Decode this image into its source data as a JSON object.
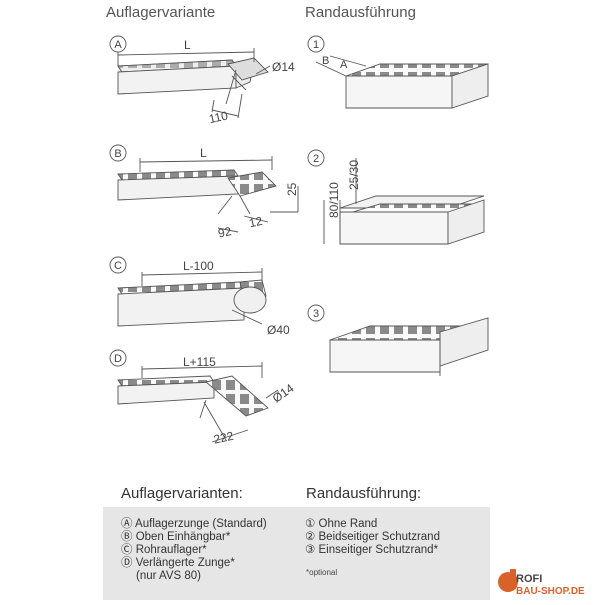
{
  "headings": {
    "left": "Auflagervariante",
    "right": "Randausführung"
  },
  "markers": {
    "a": "A",
    "b": "B",
    "c": "C",
    "d": "D",
    "n1": "1",
    "n2": "2",
    "n3": "3"
  },
  "dims": {
    "a_length": "L",
    "a_dia": "Ø14",
    "a_width": "110",
    "b_length": "L",
    "b_25": "25",
    "b_92": "92",
    "b_12": "12",
    "c_length": "L-100",
    "c_dia": "Ø40",
    "d_length": "L+115",
    "d_dia": "Ø14",
    "d_width": "222",
    "r1_b": "B",
    "r1_a": "A",
    "r2_top": "25/30",
    "r2_side": "80/110"
  },
  "legend": {
    "left_title": "Auflagervarianten:",
    "right_title": "Randausführung:",
    "left_items": [
      "Ⓐ Auflagerzunge (Standard)",
      "Ⓑ Oben Einhängbar*",
      "Ⓒ Rohrauflager*",
      "Ⓓ Verlängerte Zunge*",
      "(nur AVS 80)"
    ],
    "right_items": [
      "① Ohne Rand",
      "② Beidseitiger Schutzrand",
      "③ Einseitiger Schutzrand*"
    ],
    "note": "*optional"
  },
  "logo": {
    "line1": "ROFI",
    "line2": "BAU-SHOP.DE",
    "accent_color": "#d9622b"
  }
}
